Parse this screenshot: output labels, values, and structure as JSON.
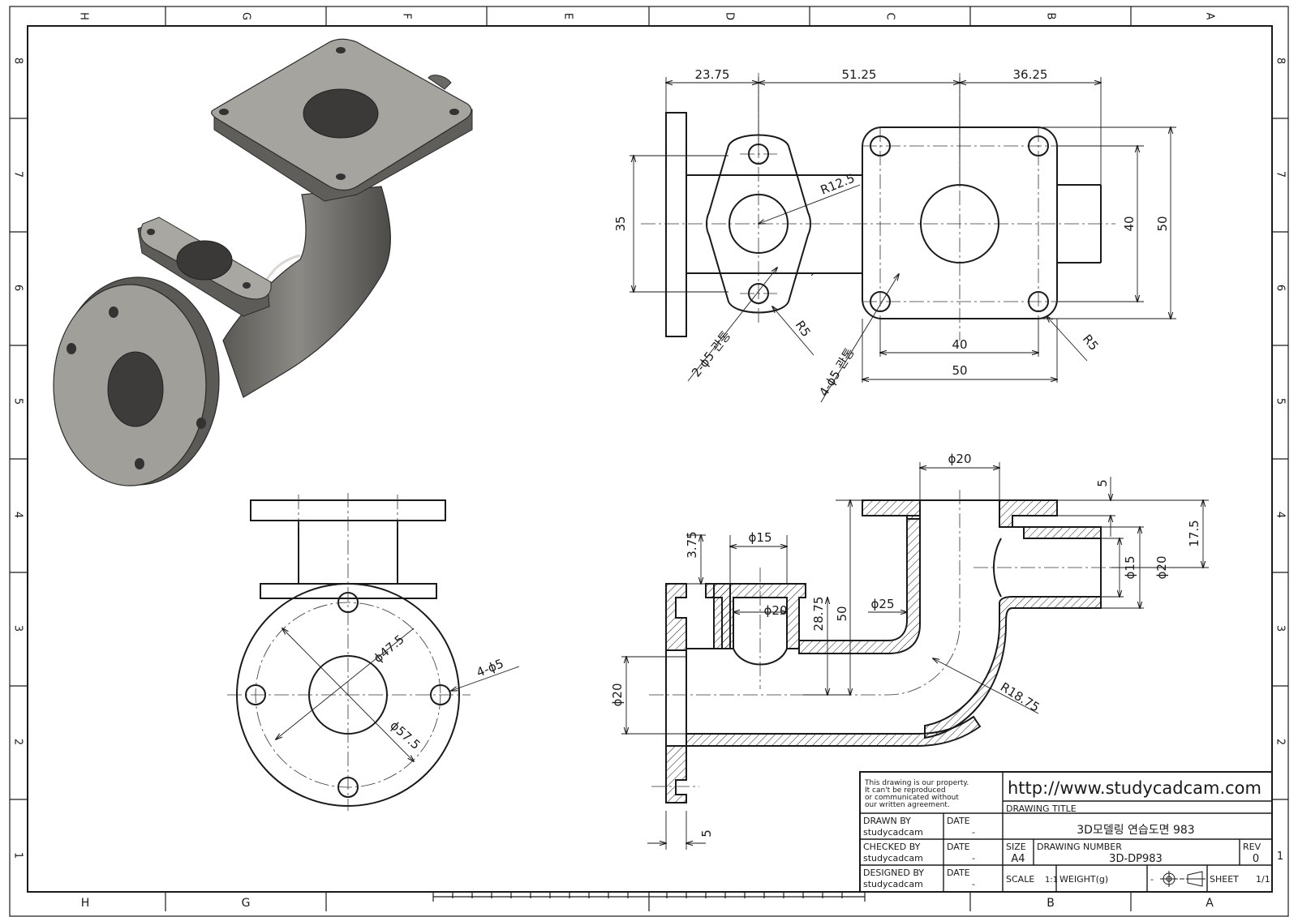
{
  "zones": {
    "top": [
      "H",
      "G",
      "F",
      "E",
      "D",
      "C",
      "B",
      "A"
    ],
    "side": [
      "8",
      "7",
      "6",
      "5",
      "4",
      "3",
      "2",
      "1"
    ]
  },
  "top_view": {
    "dims": {
      "w1": "23.75",
      "w2": "51.25",
      "w3": "36.25",
      "h35": "35",
      "h40": "40",
      "h50": "50",
      "b40": "40",
      "b50": "50",
      "r125": "R12.5",
      "r5a": "R5",
      "r5b": "R5",
      "holes2": "2-ϕ5 관통",
      "holes4": "4-ϕ5 관통"
    }
  },
  "front_view": {
    "dims": {
      "d475": "ϕ47.5",
      "d575": "ϕ57.5",
      "holes4": "4-ϕ5"
    }
  },
  "section_view": {
    "dims": {
      "d20top": "ϕ20",
      "t5": "5",
      "h175": "17.5",
      "d15r": "ϕ15",
      "d20r": "ϕ20",
      "t375": "3.75",
      "d15": "ϕ15",
      "d20in": "ϕ20",
      "h2875": "28.75",
      "h50": "50",
      "d25": "ϕ25",
      "r1875": "R18.75",
      "d20left": "ϕ20",
      "w5": "5"
    }
  },
  "title_block": {
    "notice": [
      "This drawing is our property.",
      "It can't be reproduced",
      "or communicated without",
      "our written agreement."
    ],
    "url": "http://www.studycadcam.com",
    "drawing_title_label": "DRAWING TITLE",
    "drawing_title": "3D모델링 연습도면 983",
    "drawn_by_label": "DRAWN BY",
    "drawn_by": "studycadcam",
    "checked_by_label": "CHECKED BY",
    "checked_by": "studycadcam",
    "designed_by_label": "DESIGNED BY",
    "designed_by": "studycadcam",
    "date_label": "DATE",
    "date_value": "-",
    "size_label": "SIZE",
    "size": "A4",
    "drawing_number_label": "DRAWING NUMBER",
    "drawing_number": "3D-DP983",
    "rev_label": "REV",
    "rev": "0",
    "scale_label": "SCALE",
    "scale": "1:1",
    "weight_label": "WEIGHT(g)",
    "weight": "-",
    "sheet_label": "SHEET",
    "sheet": "1/1"
  }
}
